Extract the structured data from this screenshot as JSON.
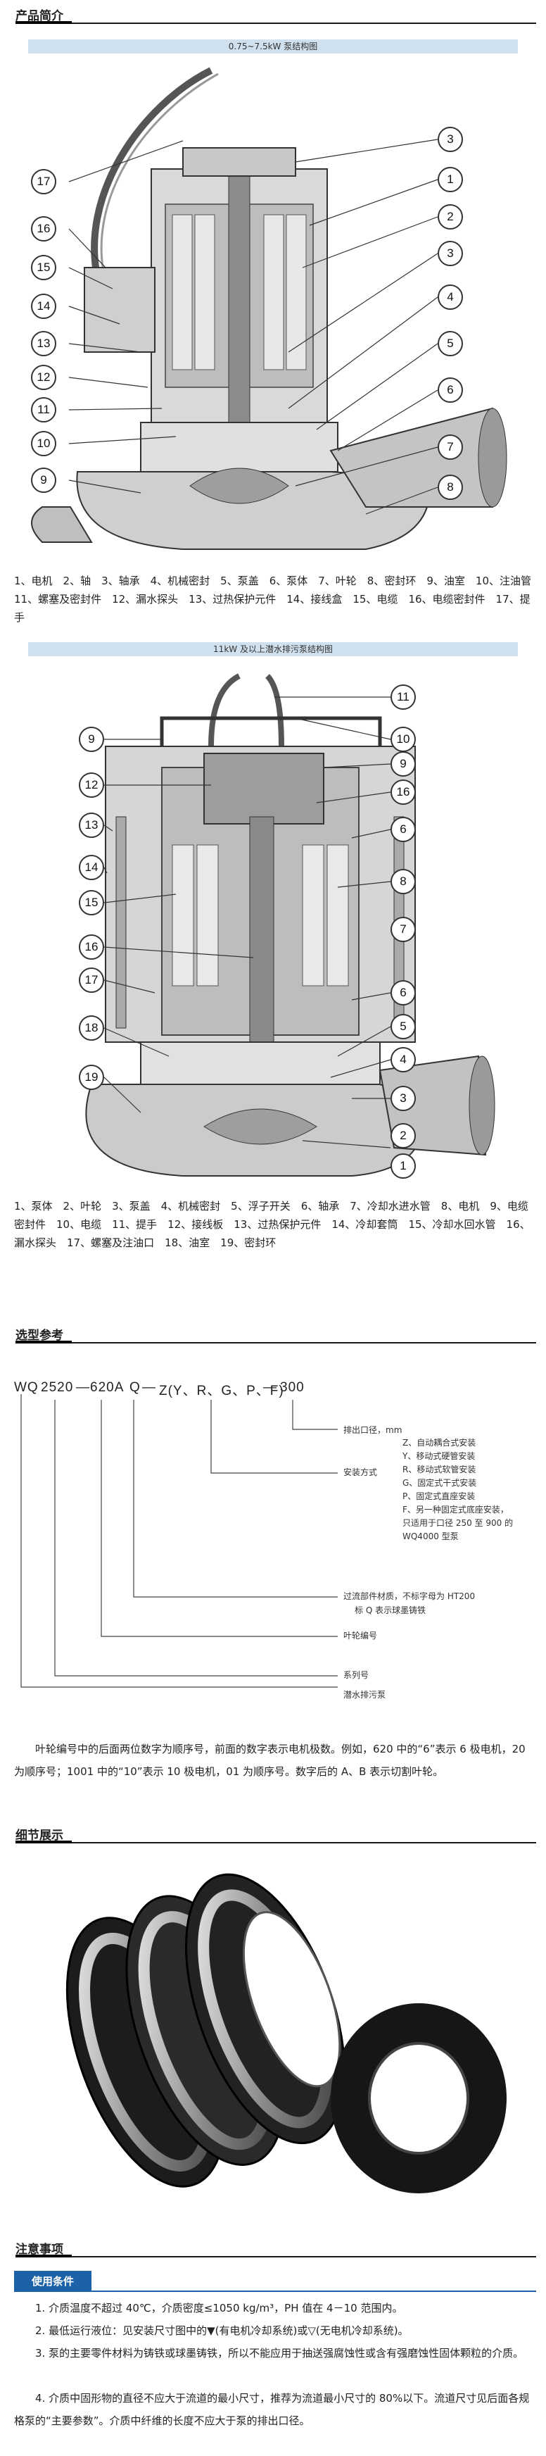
{
  "sections": {
    "intro": "产品简介",
    "selection": "选型参考",
    "detail": "细节展示",
    "notes": "注意事项"
  },
  "diagram1": {
    "caption": "0.75~7.5kW 泵结构图",
    "numbers": [
      "17",
      "16",
      "15",
      "14",
      "13",
      "12",
      "11",
      "10",
      "9",
      "3",
      "1",
      "2",
      "3",
      "4",
      "5",
      "6",
      "7",
      "8"
    ],
    "legend": "1、电机　2、轴　3、轴承　4、机械密封　5、泵盖　6、泵体　7、叶轮　8、密封环　9、油室　10、注油管　11、螺塞及密封件　12、漏水探头　13、过热保护元件　14、接线盒　15、电缆　16、电缆密封件　17、提手"
  },
  "diagram2": {
    "caption": "11kW 及以上潜水排污泵结构图",
    "numbers": [
      "9",
      "12",
      "13",
      "14",
      "15",
      "16",
      "17",
      "18",
      "19",
      "11",
      "10",
      "9",
      "16",
      "6",
      "8",
      "7",
      "6",
      "5",
      "4",
      "3",
      "2",
      "1"
    ],
    "legend": "1、泵体　2、叶轮　3、泵盖　4、机械密封　5、浮子开关　6、轴承　7、冷却水进水管　8、电机　9、电缆密封件　10、电缆　11、提手　12、接线板　13、过热保护元件　14、冷却套筒　15、冷却水回水管　16、漏水探头　17、螺塞及注油口　18、油室　19、密封环"
  },
  "selection": {
    "code": [
      "WQ",
      "2520",
      "—",
      "620A",
      "Q",
      "—",
      "Z(Y、R、G、P、F)",
      "—",
      "300"
    ],
    "outlet": "排出口径，mm",
    "install_title": "安装方式",
    "install_items": [
      "Z、自动耦合式安装",
      "Y、移动式硬管安装",
      "R、移动式软管安装",
      "G、固定式干式安装",
      "P、固定式直座安装",
      "F、另一种固定式底座安装，",
      "只适用于口径 250 至 900 的",
      "WQ4000 型泵"
    ],
    "material1": "过流部件材质，不标字母为 HT200",
    "material2": "标 Q 表示球墨铸铁",
    "impeller": "叶轮编号",
    "series": "系列号",
    "type": "潜水排污泵",
    "explain": "叶轮编号中的后面两位数字为顺序号，前面的数字表示电机极数。例如，620 中的“6”表示 6 极电机，20 为顺序号；1001 中的“10”表示 10 极电机，01 为顺序号。数字后的 A、B 表示切割叶轮。"
  },
  "notes": {
    "badge": "使用条件",
    "items": [
      "1. 介质温度不超过 40℃，介质密度≤1050 kg/m³，PH 值在 4－10 范围内。",
      "2. 最低运行液位：见安装尺寸图中的▼(有电机冷却系统)或▽(无电机冷却系统)。",
      "3. 泵的主要零件材料为铸铁或球墨铸铁，所以不能应用于抽送强腐蚀性或含有强磨蚀性固体颗粒的介质。",
      "4. 介质中固形物的直径不应大于流道的最小尺寸，推荐为流道最小尺寸的 80%以下。流道尺寸见后面各规格泵的“主要参数”。介质中纤维的长度不应大于泵的排出口径。"
    ]
  }
}
